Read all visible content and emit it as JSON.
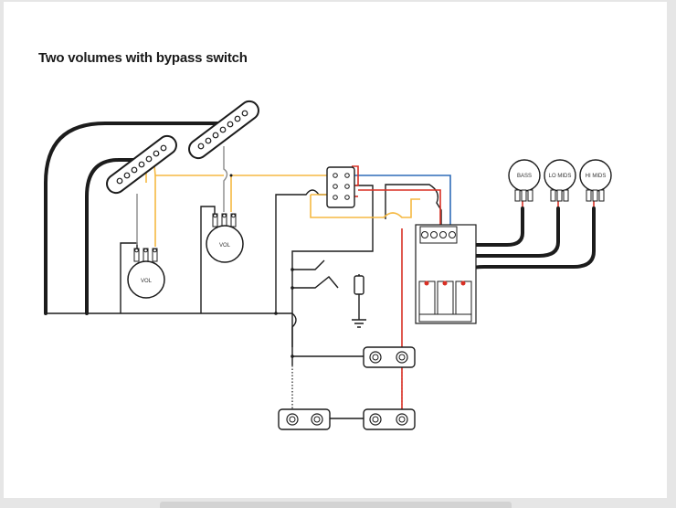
{
  "title": "Two volumes with bypass switch",
  "volume_pots": [
    {
      "label": "VOL"
    },
    {
      "label": "VOL"
    }
  ],
  "preamp_pots": [
    {
      "label": "BASS"
    },
    {
      "label": "LO MIDS"
    },
    {
      "label": "HI MIDS"
    }
  ],
  "colors": {
    "black_wire": "#1c1c1c",
    "orange_wire": "#f5b942",
    "blue_wire": "#2e6cb8",
    "red_wire": "#d93025",
    "gray_wire": "#8a8a8a"
  }
}
